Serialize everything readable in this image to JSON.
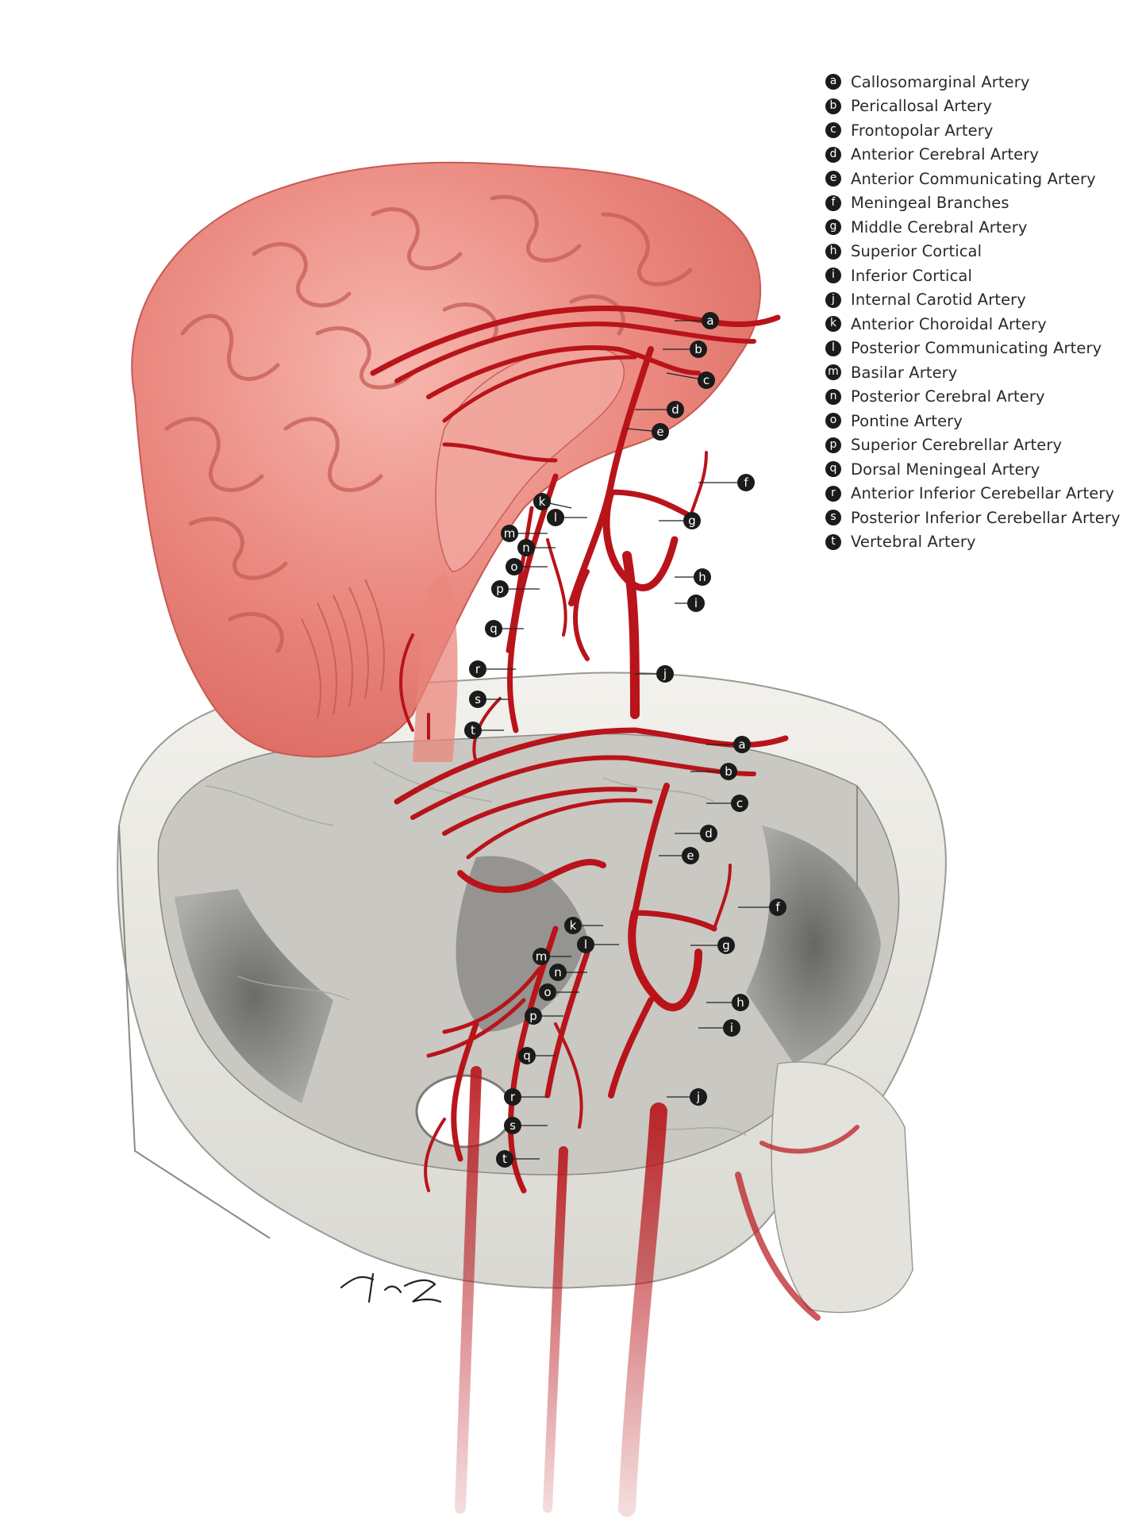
{
  "legend": [
    {
      "letter": "a",
      "label": "Callosomarginal Artery"
    },
    {
      "letter": "b",
      "label": "Pericallosal Artery"
    },
    {
      "letter": "c",
      "label": "Frontopolar Artery"
    },
    {
      "letter": "d",
      "label": "Anterior Cerebral Artery"
    },
    {
      "letter": "e",
      "label": "Anterior Communicating Artery"
    },
    {
      "letter": "f",
      "label": "Meningeal Branches"
    },
    {
      "letter": "g",
      "label": "Middle Cerebral Artery"
    },
    {
      "letter": "h",
      "label": "Superior Cortical"
    },
    {
      "letter": "i",
      "label": "Inferior Cortical"
    },
    {
      "letter": "j",
      "label": "Internal Carotid Artery"
    },
    {
      "letter": "k",
      "label": "Anterior Choroidal Artery"
    },
    {
      "letter": "l",
      "label": "Posterior Communicating Artery"
    },
    {
      "letter": "m",
      "label": "Basilar Artery"
    },
    {
      "letter": "n",
      "label": "Posterior Cerebral Artery"
    },
    {
      "letter": "o",
      "label": "Pontine Artery"
    },
    {
      "letter": "p",
      "label": "Superior Cerebrellar Artery"
    },
    {
      "letter": "q",
      "label": "Dorsal Meningeal Artery"
    },
    {
      "letter": "r",
      "label": "Anterior Inferior Cerebellar Artery"
    },
    {
      "letter": "s",
      "label": "Posterior Inferior Cerebellar Artery"
    },
    {
      "letter": "t",
      "label": "Vertebral Artery"
    }
  ],
  "callout_letters_upper": [
    "a",
    "b",
    "c",
    "d",
    "e",
    "f",
    "g",
    "h",
    "i",
    "j",
    "k",
    "l",
    "m",
    "n",
    "o",
    "p",
    "q",
    "r",
    "s",
    "t"
  ],
  "callout_letters_lower": [
    "a",
    "b",
    "c",
    "d",
    "e",
    "f",
    "g",
    "h",
    "i",
    "j",
    "k",
    "l",
    "m",
    "n",
    "o",
    "p",
    "q",
    "r",
    "s",
    "t"
  ],
  "colors": {
    "artery": "#b8141a",
    "brain": "#e9857c",
    "brain_highlight": "#f6b3aa",
    "bone": "#e6e5df",
    "bone_shadow": "#7d7d7b",
    "badge": "#1b1b1b"
  },
  "signature_alt": "artist signature"
}
